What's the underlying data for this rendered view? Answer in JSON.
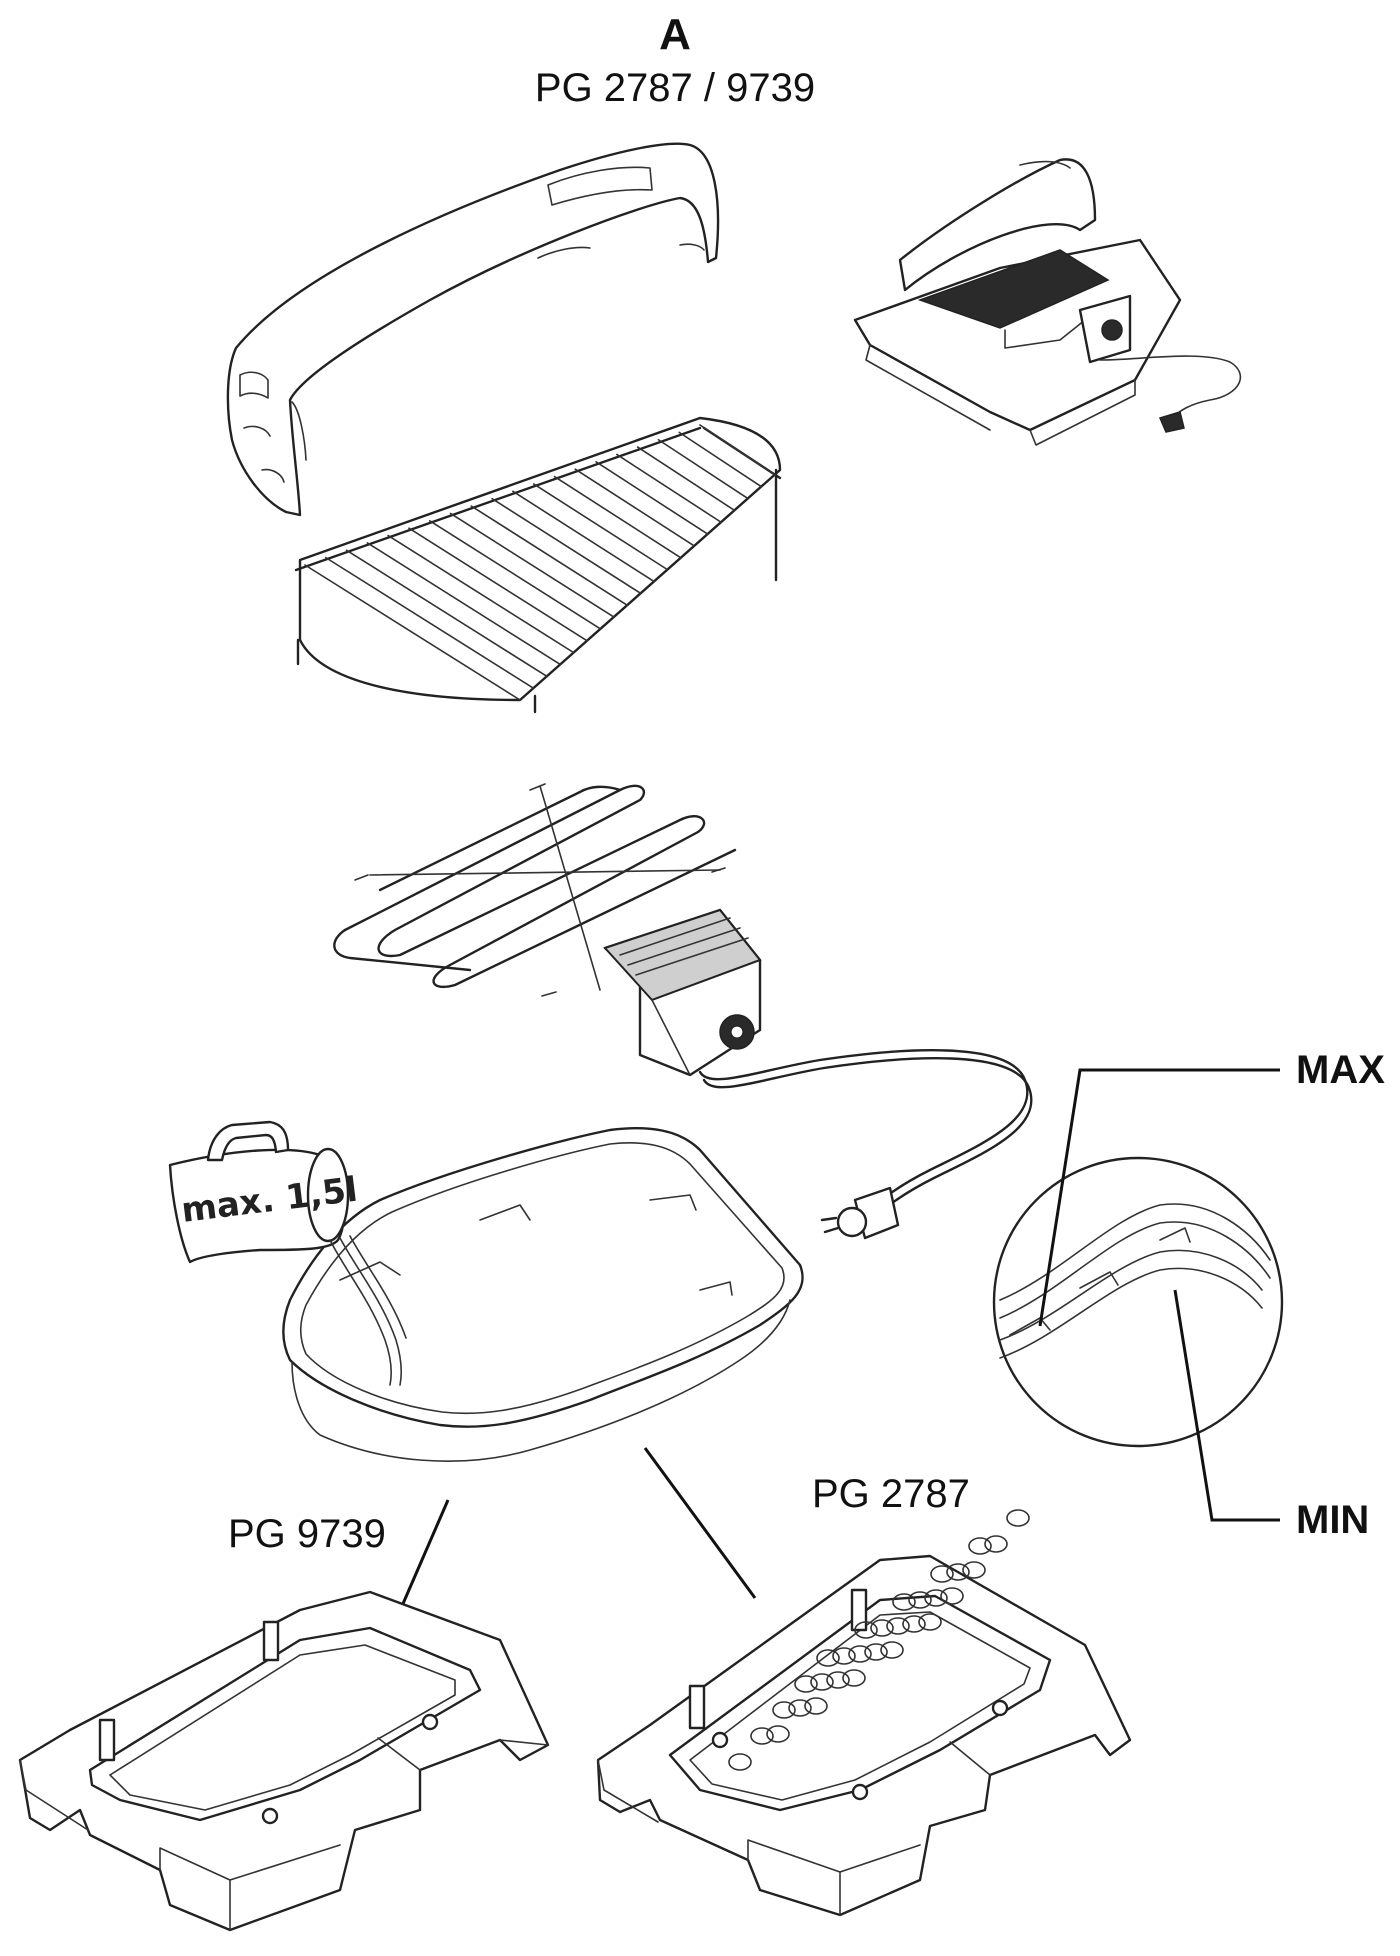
{
  "header": {
    "figure_letter": "A",
    "models": "PG 2787 / 9739"
  },
  "variants": {
    "left_model": "PG 9739",
    "right_model": "PG 2787"
  },
  "water_level": {
    "max_label": "MAX",
    "min_label": "MIN"
  },
  "jug": {
    "label": "max. 1,5l"
  },
  "parts": {
    "wind_shield": "wind-shield-icon",
    "grill_rack": "grill-rack-icon",
    "heating_element": "heating-element-icon",
    "thermostat": "thermostat-control-icon",
    "power_plug": "power-plug-icon",
    "water_tray": "water-tray-icon",
    "measuring_jug": "measuring-jug-icon",
    "base_plain": "base-frame-icon",
    "base_perforated": "perforated-base-icon",
    "assembled_grill": "assembled-grill-icon",
    "magnifier": "water-level-detail-icon"
  }
}
